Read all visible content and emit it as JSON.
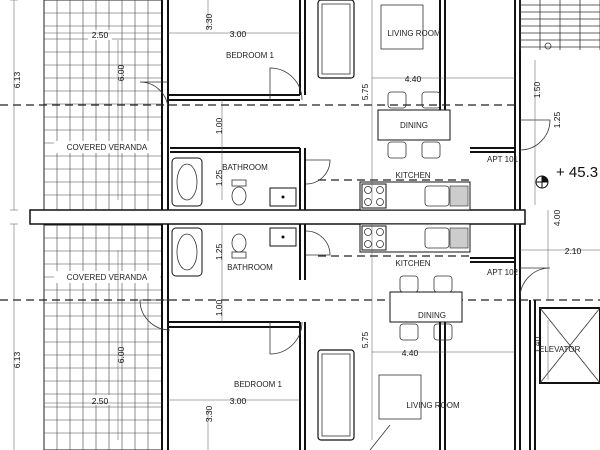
{
  "rooms": {
    "covered_veranda_top": "COVERED VERANDA",
    "covered_veranda_bottom": "COVERED VERANDA",
    "bedroom_top": "BEDROOM 1",
    "bedroom_bottom": "BEDROOM 1",
    "bathroom_top": "BATHROOM",
    "bathroom_bottom": "BATHROOM",
    "living_top": "LIVING ROOM",
    "living_bottom": "LIVING ROOM",
    "dining_top": "DINING",
    "dining_bottom": "DINING",
    "kitchen_top": "KITCHEN",
    "kitchen_bottom": "KITCHEN",
    "apt_top": "APT 101",
    "apt_bottom": "APT 102",
    "elevator": "ELEVATOR"
  },
  "dimensions": {
    "overall_left_top": "6.13",
    "overall_left_bottom": "6.13",
    "veranda_width_top": "2.50",
    "veranda_width_bottom": "2.50",
    "veranda_depth_top": "6.00",
    "veranda_depth_bottom": "6.00",
    "bedroom_width_top": "3.00",
    "bedroom_width_bottom": "3.00",
    "bedroom_depth_top": "3.30",
    "bedroom_depth_bottom": "3.30",
    "bath_a_top": "1.00",
    "bath_b_top": "1.25",
    "bath_a_bottom": "1.25",
    "bath_b_bottom": "1.00",
    "living_depth_top": "5.75",
    "living_depth_bottom": "5.75",
    "living_width_top": "4.40",
    "living_width_bottom": "4.40",
    "entry_1": "1.50",
    "entry_2": "1.25",
    "right_depth": "4.00",
    "right_width": "2.10",
    "elevator_dim": "1.40"
  },
  "level_mark": "+ 45.3"
}
